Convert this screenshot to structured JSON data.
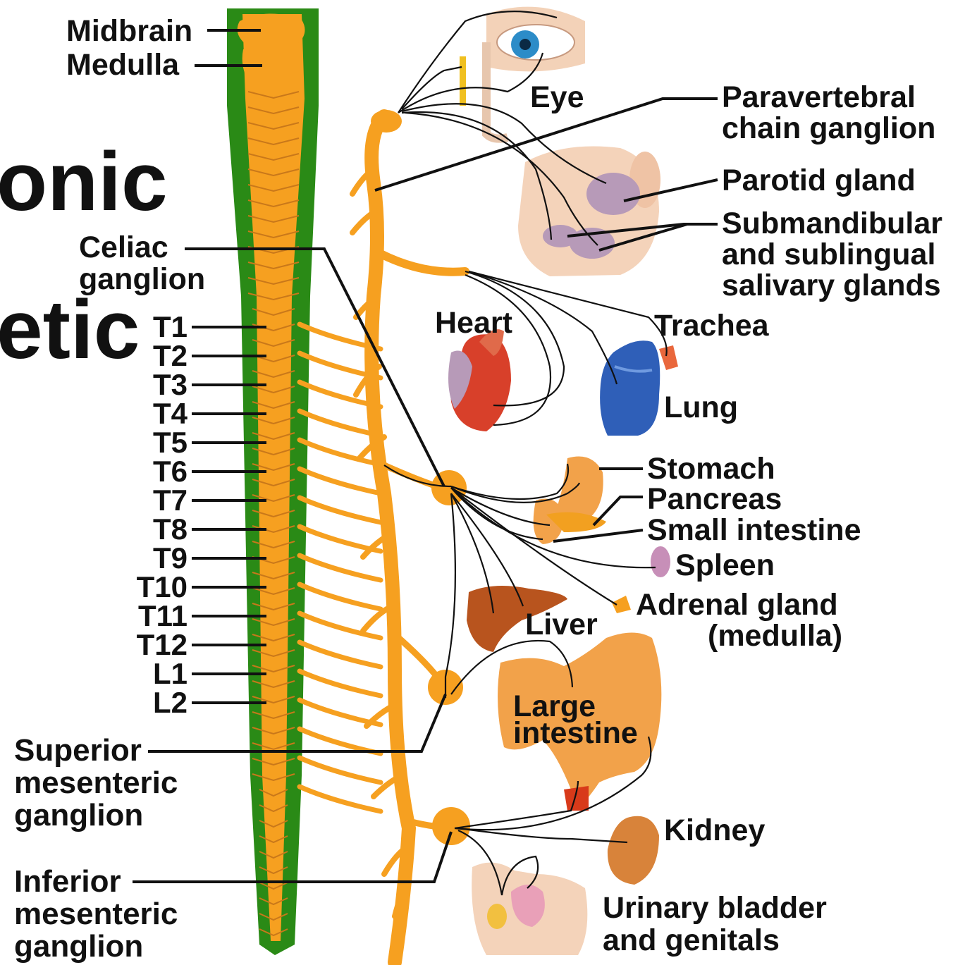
{
  "partial_title": {
    "line1": "onic",
    "line2": "etic"
  },
  "cns": {
    "midbrain": "Midbrain",
    "medulla": "Medulla",
    "segments": [
      "T1",
      "T2",
      "T3",
      "T4",
      "T5",
      "T6",
      "T7",
      "T8",
      "T9",
      "T10",
      "T11",
      "T12",
      "L1",
      "L2"
    ]
  },
  "ganglia": {
    "celiac": [
      "Celiac",
      "ganglion"
    ],
    "superior_mesenteric": [
      "Superior",
      "mesenteric",
      "ganglion"
    ],
    "inferior_mesenteric": [
      "Inferior",
      "mesenteric",
      "ganglion"
    ],
    "paravertebral": [
      "Paravertebral",
      "chain ganglion"
    ]
  },
  "organs": {
    "eye": "Eye",
    "parotid": "Parotid gland",
    "salivary": [
      "Submandibular",
      "and sublingual",
      "salivary glands"
    ],
    "heart": "Heart",
    "trachea": "Trachea",
    "lung": "Lung",
    "stomach": "Stomach",
    "pancreas": "Pancreas",
    "small_intestine": "Small intestine",
    "spleen": "Spleen",
    "adrenal": [
      "Adrenal gland",
      "(medulla)"
    ],
    "liver": "Liver",
    "large_intestine": [
      "Large",
      "intestine"
    ],
    "kidney": "Kidney",
    "bladder": [
      "Urinary bladder",
      "and genitals"
    ]
  },
  "colors": {
    "spinal_cord": "#f6a020",
    "cord_border": "#2a8a16",
    "chain": "#f6a020",
    "nerve": "#111111",
    "heart": "#d8402a",
    "lung": "#2f5fb8",
    "liver": "#b8541e",
    "intestine": "#f2a24a",
    "kidney": "#d8833a",
    "gland": "#b79ab8"
  }
}
